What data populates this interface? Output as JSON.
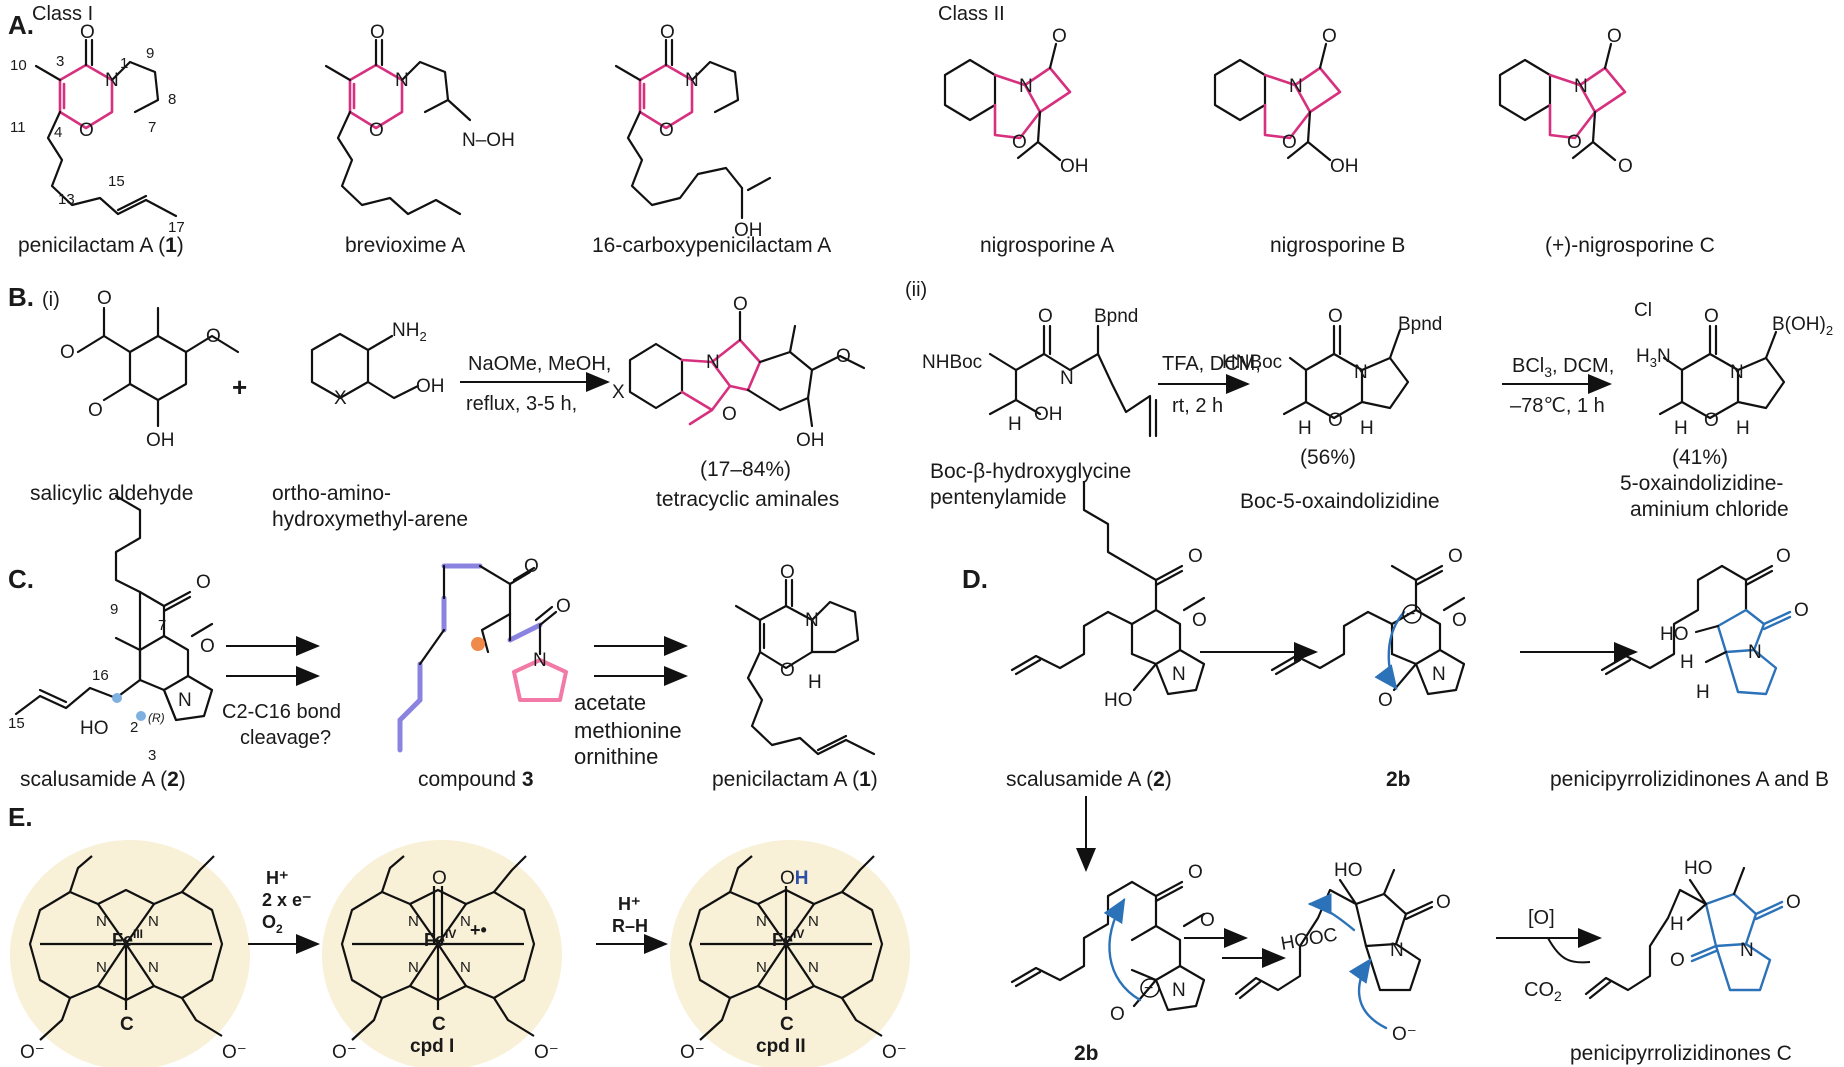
{
  "panels": {
    "A": "A.",
    "B": "B.",
    "C": "C.",
    "D": "D.",
    "E": "E."
  },
  "panelA": {
    "class1": "Class I",
    "class2": "Class II",
    "compounds": [
      "penicilactam A (",
      "brevioxime A",
      "16-carboxypenicilactam A",
      "nigrosporine A",
      "nigrosporine B",
      "(+)-nigrosporine C"
    ],
    "compound1_num": "1",
    "compound1_close": ")",
    "numbering": [
      "10",
      "3",
      "1",
      "9",
      "8",
      "11",
      "4",
      "7",
      "13",
      "15",
      "17"
    ],
    "atoms": {
      "O": "O",
      "N": "N",
      "OH": "OH",
      "NOH": "N–OH"
    }
  },
  "panelB": {
    "sub1": "(i)",
    "sub2": "(ii)",
    "plus": "+",
    "reagent1_line1": "NaOMe, MeOH,",
    "reagent1_line2": "reflux, 3-5 h,",
    "yield1": "(17–84%)",
    "label_sal": "salicylic aldehyde",
    "label_amino_1": "ortho-amino-",
    "label_amino_2": "hydroxymethyl-arene",
    "label_tetra": "tetracyclic aminales",
    "reagent2_line1": "TFA, DCM,",
    "reagent2_line2": "rt, 2 h",
    "reagent3_line1": "BCl",
    "reagent3_sub": "3",
    "reagent3_line1b": ", DCM,",
    "reagent3_line2": "–78℃, 1 h",
    "yield2": "(56%)",
    "yield3": "(41%)",
    "label_boc1": "Boc-β-hydroxyglycine",
    "label_boc2": "pentenylamide",
    "label_boc_oxa": "Boc-5-oxaindolizidine",
    "label_ami1": "5-oxaindolizidine-",
    "label_ami2": "aminium chloride",
    "atoms": {
      "NH2": "NH",
      "two": "2",
      "X": "X",
      "OH": "OH",
      "NHBoc": "NHBoc",
      "HNBoc": "HNBoc",
      "Bpnd": "Bpnd",
      "H": "H",
      "N": "N",
      "O": "O",
      "BOH2": "B(OH)",
      "Cl": "Cl",
      "H3N": "H",
      "three": "3"
    }
  },
  "panelC": {
    "numbering": [
      "9",
      "7",
      "16",
      "2",
      "(R)",
      "15",
      "3"
    ],
    "question_1": "C2-C16 bond",
    "question_2": "cleavage?",
    "label_scal": "scalusamide A (",
    "label_scal_num": "2",
    "label_comp3": "compound ",
    "label_comp3_num": "3",
    "label_pen": "penicilactam A (",
    "label_pen_num": "1",
    "close": ")",
    "legend": [
      {
        "name": "acetate",
        "color": "#8a84e0"
      },
      {
        "name": "methionine",
        "color": "#f08a4b"
      },
      {
        "name": "ornithine",
        "color": "#f27aa6"
      }
    ],
    "atoms": {
      "O": "O",
      "N": "N",
      "HO": "HO",
      "H": "H"
    }
  },
  "panelD": {
    "label_scal": "scalusamide A (",
    "label_scal_num": "2",
    "close": ")",
    "label_2b": "2b",
    "label_2b_bottom": "2b",
    "label_pyrrol": "penicipyrrolizidinones A and B",
    "label_pyrrolC": "penicipyrrolizidinones C",
    "ox": "[O]",
    "co2": "CO",
    "co2_sub": "2",
    "atoms": {
      "O": "O",
      "N": "N",
      "HO": "HO",
      "H": "H",
      "HOOC": "HOOC",
      "Ominus": "O⁻",
      "minus": "−"
    }
  },
  "panelE": {
    "step1_line1": "H⁺",
    "step1_line2": "2 x e⁻",
    "step1_line3": "O",
    "step1_line3_sub": "2",
    "step2_line1": "H⁺",
    "step2_line2": "R–H",
    "fe3": "Fe",
    "fe3_ox": "III",
    "fe4": "Fe",
    "fe4_ox": "IV",
    "cpd1": "cpd I",
    "cpd2": "cpd II",
    "C": "C",
    "N": "N",
    "O": "O",
    "OH_O": "O",
    "OH_H": "H",
    "radical": "+•",
    "carboxylate": "O⁻",
    "colors": {
      "maroon": "#7a1046",
      "blue": "#2c4fa8",
      "magenta": "#d6307e",
      "heme_blue": "#2c72b8"
    }
  }
}
